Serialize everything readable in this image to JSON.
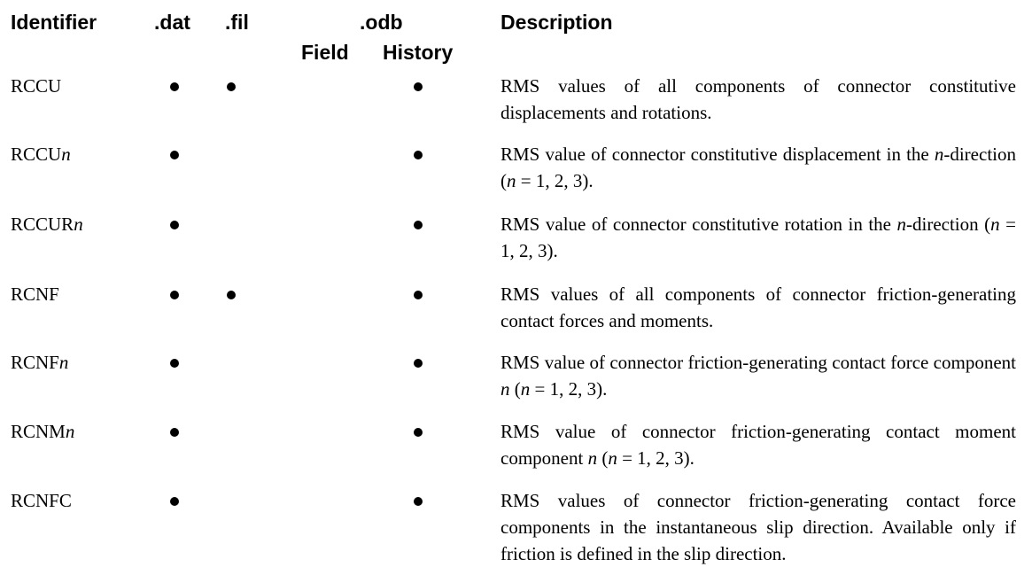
{
  "headers": {
    "identifier": "Identifier",
    "dat": ".dat",
    "fil": ".fil",
    "odb": ".odb",
    "field": "Field",
    "history": "History",
    "description": "Description"
  },
  "rows": [
    {
      "id_base": "RCCU",
      "id_suffix": "",
      "dat": true,
      "fil": true,
      "field": false,
      "history": true,
      "desc_html": "RMS values of all components of connector constitutive displacements and rotations."
    },
    {
      "id_base": "RCCU",
      "id_suffix": "n",
      "dat": true,
      "fil": false,
      "field": false,
      "history": true,
      "desc_html": "RMS value of connector constitutive displacement in the <i>n</i>-direction (<i>n</i> = 1, 2, 3)."
    },
    {
      "id_base": "RCCUR",
      "id_suffix": "n",
      "dat": true,
      "fil": false,
      "field": false,
      "history": true,
      "desc_html": "RMS value of connector constitutive rotation in the <i>n</i>-direction (<i>n</i> = 1, 2, 3)."
    },
    {
      "id_base": "RCNF",
      "id_suffix": "",
      "dat": true,
      "fil": true,
      "field": false,
      "history": true,
      "desc_html": "RMS values of all components of connector friction-generating contact forces and moments."
    },
    {
      "id_base": "RCNF",
      "id_suffix": "n",
      "dat": true,
      "fil": false,
      "field": false,
      "history": true,
      "desc_html": "RMS value of connector friction-generating contact force component <i>n</i> (<i>n</i> = 1, 2, 3)."
    },
    {
      "id_base": "RCNM",
      "id_suffix": "n",
      "dat": true,
      "fil": false,
      "field": false,
      "history": true,
      "desc_html": "RMS value of connector friction-generating contact moment component <i>n</i> (<i>n</i> = 1, 2, 3)."
    },
    {
      "id_base": "RCNFC",
      "id_suffix": "",
      "dat": true,
      "fil": false,
      "field": false,
      "history": true,
      "desc_html": "RMS values of connector friction-generating contact force components in the instantaneous slip direction. Available only if friction is defined in the slip direction."
    }
  ]
}
